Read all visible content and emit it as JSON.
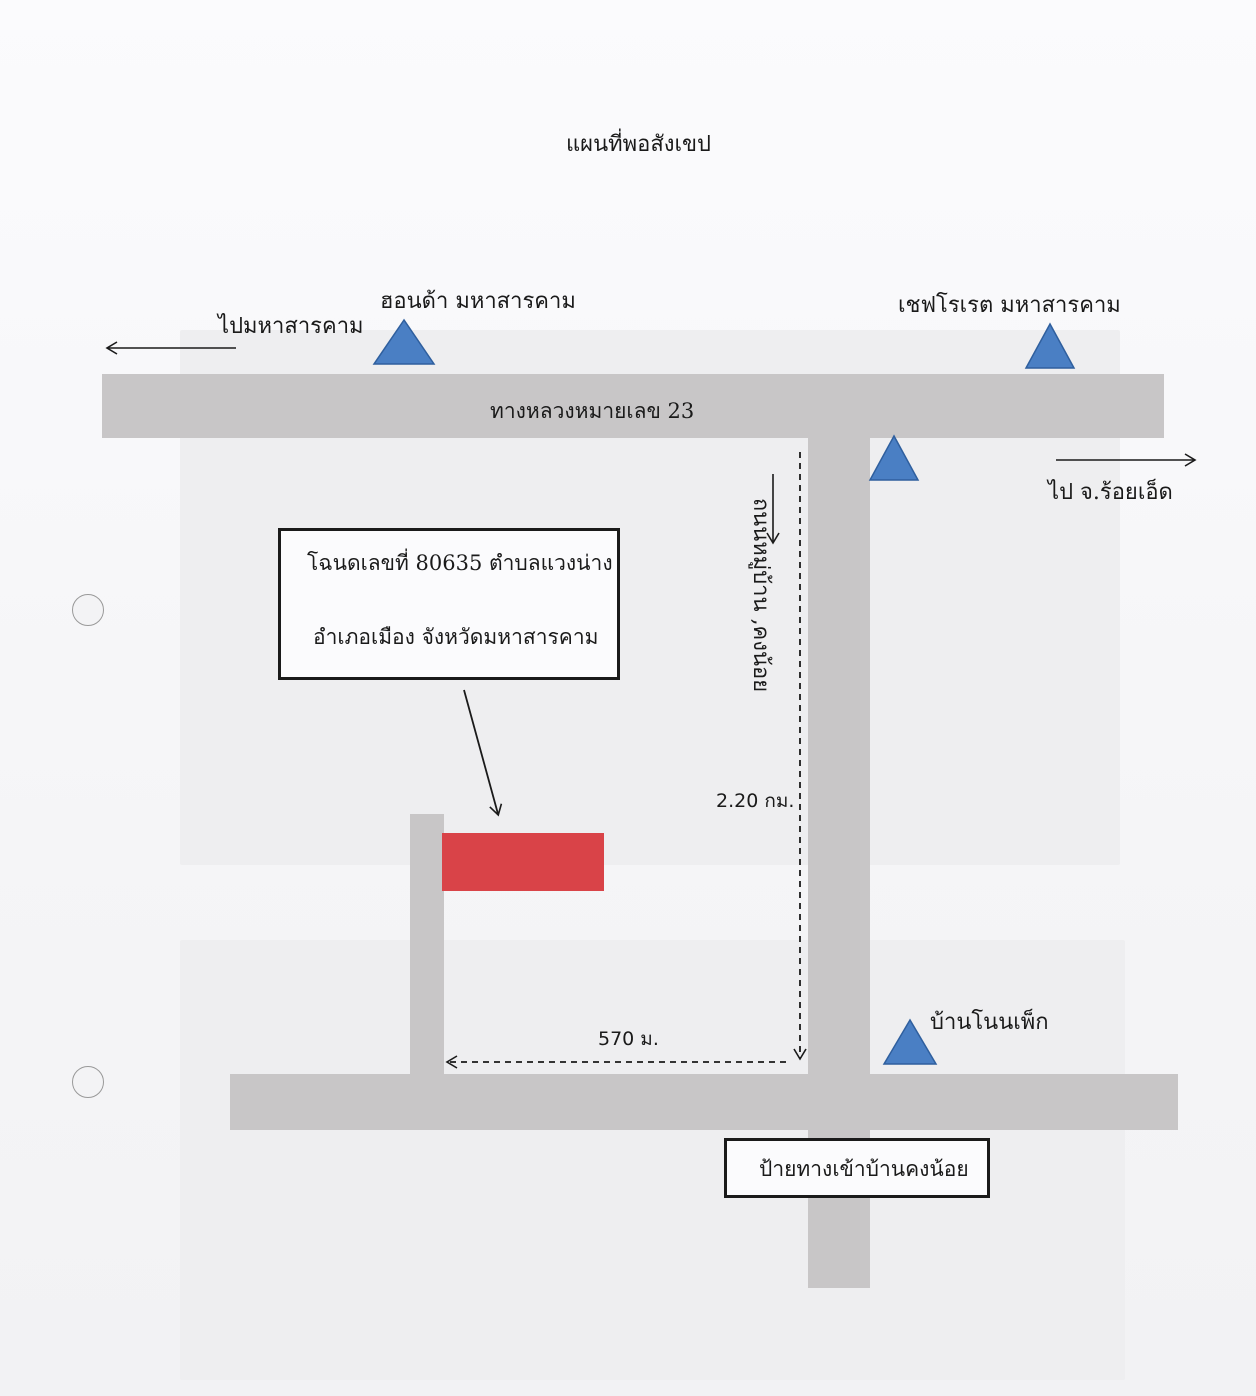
{
  "title": "แผนที่พอสังเขป",
  "roads": {
    "highway_label": "ทางหลวงหมายเลข 23",
    "vertical_road_label": "ถนนหมู่บ้าน ,คงน้อย"
  },
  "directions": {
    "west": "ไปมหาสารคาม",
    "east": "ไป จ.ร้อยเอ็ด"
  },
  "landmarks": {
    "homepro": "ฮอนด้า มหาสารคาม",
    "chef_resort": "เชฟโรเรต มหาสารคาม",
    "ban_non_phek": "บ้านโนนเพ็ก"
  },
  "deed_box": {
    "line1": "โฉนดเลขที่ 80635 ตำบลแวงน่าง",
    "line2": "อำเภอเมือง จังหวัดมหาสารคาม"
  },
  "distances": {
    "vertical": "2.20 กม.",
    "horizontal": "570 ม."
  },
  "sign_box": "ป้ายทางเข้าบ้านคงน้อย",
  "colors": {
    "road": "#c8c6c7",
    "plot": "#d94348",
    "marker": "#4a7fc4"
  },
  "icons": [
    "landmark-triangle-icon",
    "arrow-left-icon",
    "arrow-right-icon"
  ]
}
